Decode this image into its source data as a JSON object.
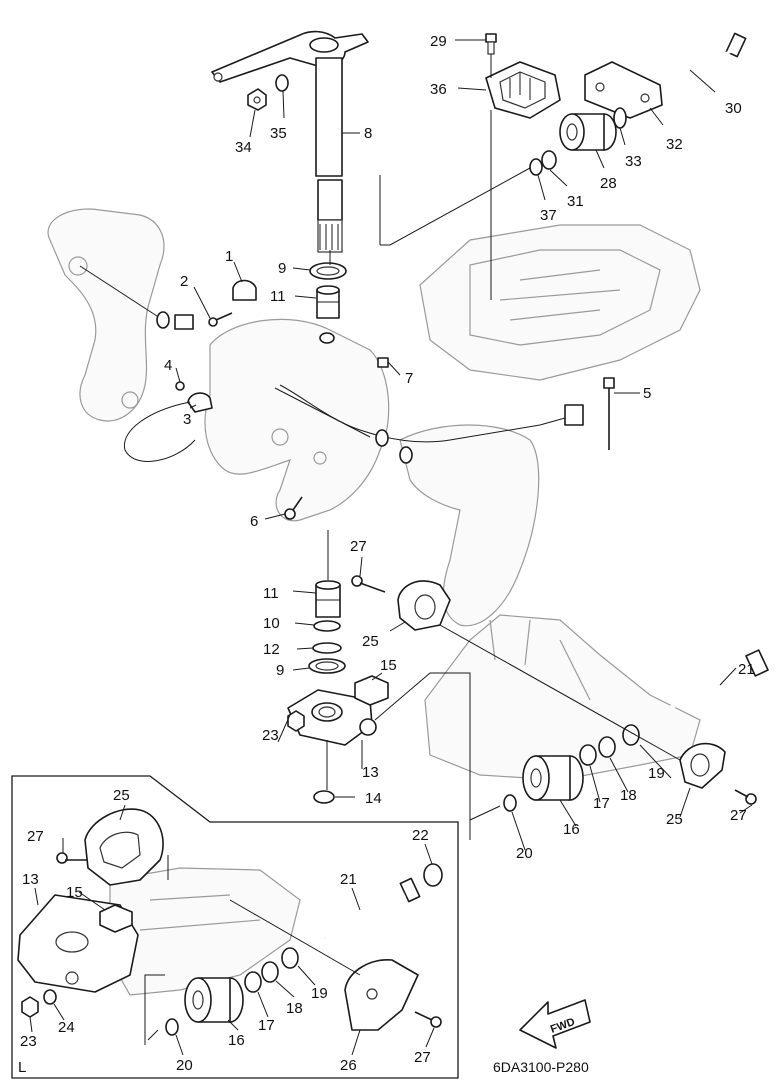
{
  "diagram_code": "6DA3100-P280",
  "inset_label": "L",
  "fwd_label": "FWD",
  "callouts": {
    "c1": "1",
    "c2": "2",
    "c3": "3",
    "c4": "4",
    "c5": "5",
    "c6": "6",
    "c7": "7",
    "c8": "8",
    "c9a": "9",
    "c9b": "9",
    "c10": "10",
    "c11a": "11",
    "c11b": "11",
    "c12": "12",
    "c13": "13",
    "c14": "14",
    "c15": "15",
    "c16": "16",
    "c17": "17",
    "c18": "18",
    "c19": "19",
    "c20": "20",
    "c21": "21",
    "c23": "23",
    "c25a": "25",
    "c25b": "25",
    "c27a": "27",
    "c27b": "27",
    "c28": "28",
    "c29": "29",
    "c30": "30",
    "c31": "31",
    "c32": "32",
    "c33": "33",
    "c34": "34",
    "c35": "35",
    "c36": "36",
    "c37": "37",
    "i13": "13",
    "i15": "15",
    "i16": "16",
    "i17": "17",
    "i18": "18",
    "i19": "19",
    "i20": "20",
    "i21": "21",
    "i22": "22",
    "i23": "23",
    "i24": "24",
    "i25": "25",
    "i26": "26",
    "i27a": "27",
    "i27b": "27"
  }
}
